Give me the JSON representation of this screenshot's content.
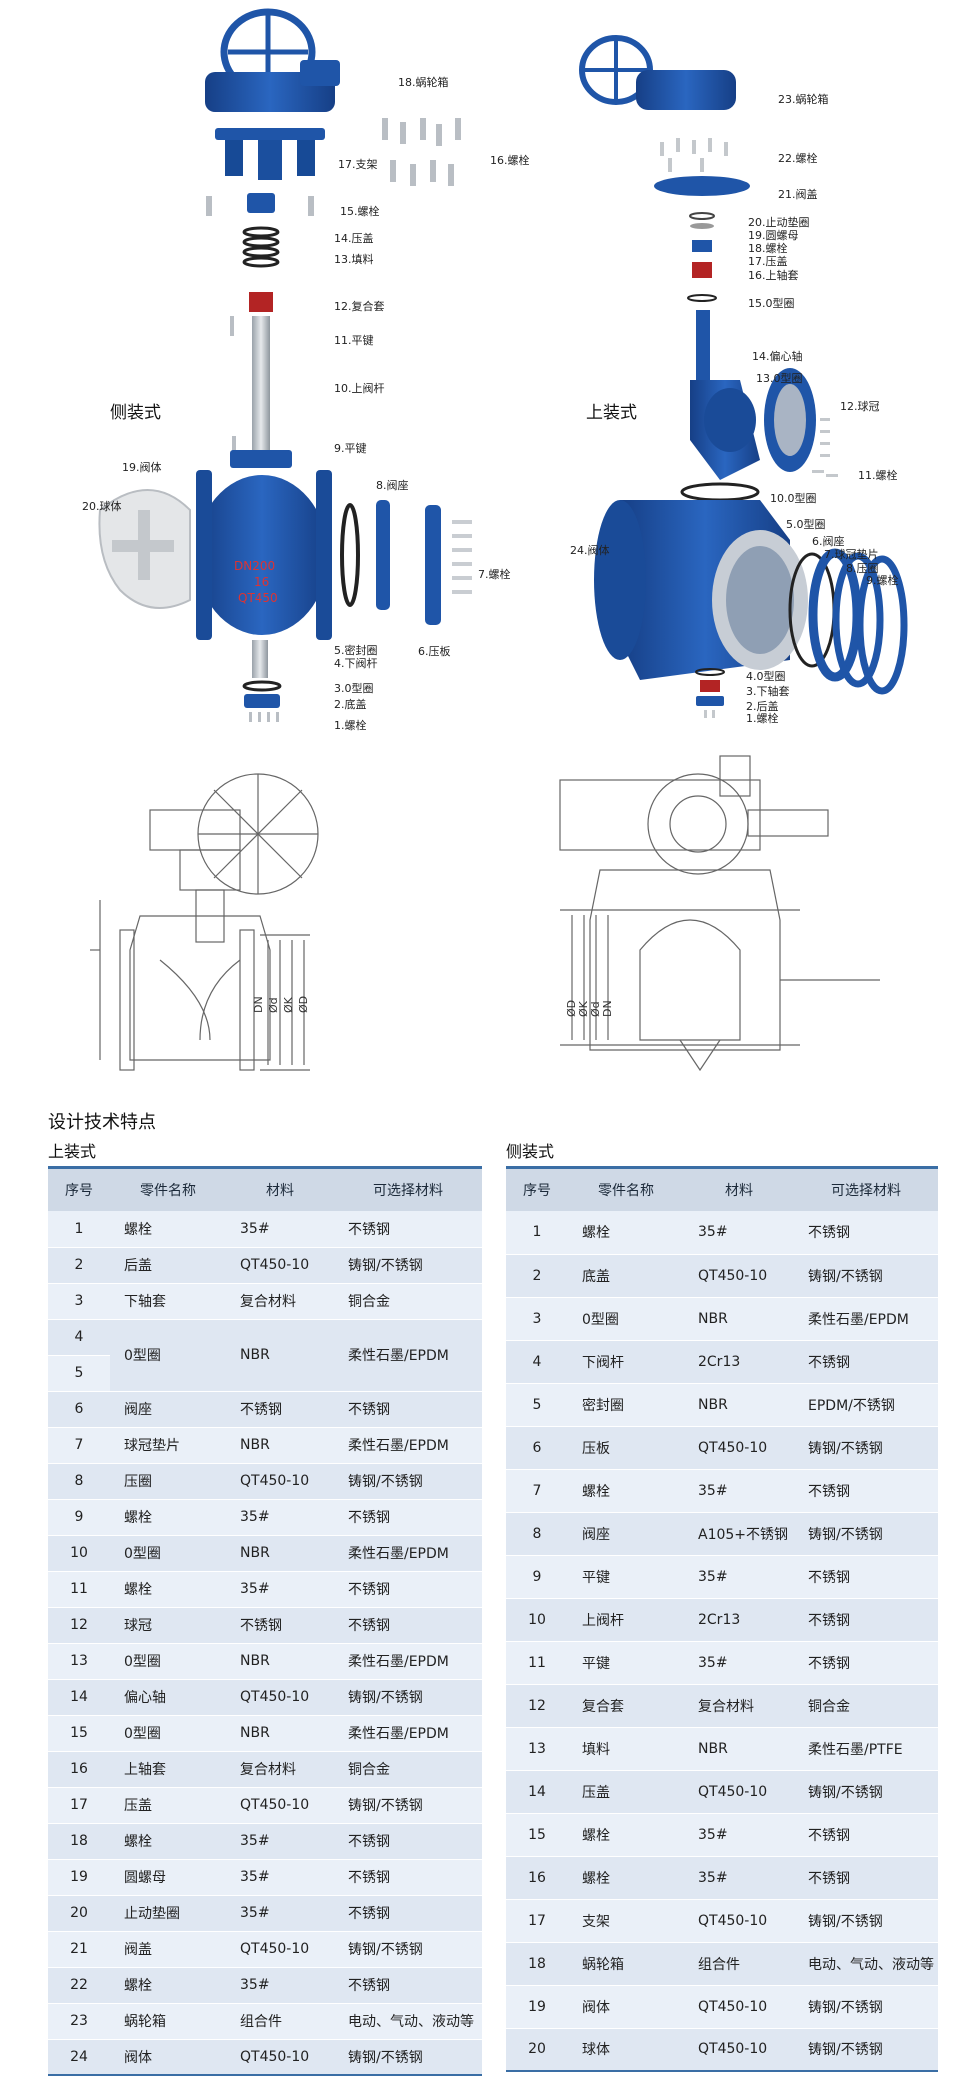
{
  "diagrams": {
    "left_assembly": {
      "title": "侧装式",
      "labels": [
        "18.蜗轮箱",
        "17.支架",
        "16.螺栓",
        "15.螺栓",
        "14.压盖",
        "13.填料",
        "12.复合套",
        "11.平键",
        "10.上阀杆",
        "9.平键",
        "19.阀体",
        "20.球体",
        "8.阀座",
        "7.螺栓",
        "5.密封圈",
        "4.下阀杆",
        "6.压板",
        "3.0型圈",
        "2.底盖",
        "1.螺栓"
      ],
      "body_marking": [
        "DN200",
        "16",
        "QT450"
      ]
    },
    "right_assembly": {
      "title": "上装式",
      "labels": [
        "23.蜗轮箱",
        "22.螺栓",
        "21.阀盖",
        "20.止动垫圈",
        "19.圆螺母",
        "18.螺栓",
        "17.压盖",
        "16.上轴套",
        "15.0型圈",
        "14.偏心轴",
        "13.0型圈",
        "12.球冠",
        "11.螺栓",
        "10.0型圈",
        "5.0型圈",
        "6.阀座",
        "7.球冠垫片",
        "8.压圈",
        "9.螺栓",
        "24.阀体",
        "4.0型圈",
        "3.下轴套",
        "2.后盖",
        "1.螺栓"
      ]
    },
    "left_drawing_dims": [
      "DN",
      "Ød",
      "ØK",
      "ØD"
    ],
    "right_drawing_dims": [
      "ØD",
      "ØK",
      "Ød",
      "DN"
    ]
  },
  "section_title": "设计技术特点",
  "top_mount": {
    "title": "上装式",
    "headers": [
      "序号",
      "零件名称",
      "材料",
      "可选择材料"
    ],
    "rows": [
      [
        "1",
        "螺栓",
        "35#",
        "不锈钢"
      ],
      [
        "2",
        "后盖",
        "QT450-10",
        "铸钢/不锈钢"
      ],
      [
        "3",
        "下轴套",
        "复合材料",
        "铜合金"
      ],
      [
        "4",
        "0型圈",
        "NBR",
        "柔性石墨/EPDM"
      ],
      [
        "5",
        "",
        "",
        ""
      ],
      [
        "6",
        "阀座",
        "不锈钢",
        "不锈钢"
      ],
      [
        "7",
        "球冠垫片",
        "NBR",
        "柔性石墨/EPDM"
      ],
      [
        "8",
        "压圈",
        "QT450-10",
        "铸钢/不锈钢"
      ],
      [
        "9",
        "螺栓",
        "35#",
        "不锈钢"
      ],
      [
        "10",
        "0型圈",
        "NBR",
        "柔性石墨/EPDM"
      ],
      [
        "11",
        "螺栓",
        "35#",
        "不锈钢"
      ],
      [
        "12",
        "球冠",
        "不锈钢",
        "不锈钢"
      ],
      [
        "13",
        "0型圈",
        "NBR",
        "柔性石墨/EPDM"
      ],
      [
        "14",
        "偏心轴",
        "QT450-10",
        "铸钢/不锈钢"
      ],
      [
        "15",
        "0型圈",
        "NBR",
        "柔性石墨/EPDM"
      ],
      [
        "16",
        "上轴套",
        "复合材料",
        "铜合金"
      ],
      [
        "17",
        "压盖",
        "QT450-10",
        "铸钢/不锈钢"
      ],
      [
        "18",
        "螺栓",
        "35#",
        "不锈钢"
      ],
      [
        "19",
        "圆螺母",
        "35#",
        "不锈钢"
      ],
      [
        "20",
        "止动垫圈",
        "35#",
        "不锈钢"
      ],
      [
        "21",
        "阀盖",
        "QT450-10",
        "铸钢/不锈钢"
      ],
      [
        "22",
        "螺栓",
        "35#",
        "不锈钢"
      ],
      [
        "23",
        "蜗轮箱",
        "组合件",
        "电动、气动、液动等"
      ],
      [
        "24",
        "阀体",
        "QT450-10",
        "铸钢/不锈钢"
      ]
    ]
  },
  "side_mount": {
    "title": "侧装式",
    "headers": [
      "序号",
      "零件名称",
      "材料",
      "可选择材料"
    ],
    "rows": [
      [
        "1",
        "螺栓",
        "35#",
        "不锈钢"
      ],
      [
        "2",
        "底盖",
        "QT450-10",
        "铸钢/不锈钢"
      ],
      [
        "3",
        "0型圈",
        "NBR",
        "柔性石墨/EPDM"
      ],
      [
        "4",
        "下阀杆",
        "2Cr13",
        "不锈钢"
      ],
      [
        "5",
        "密封圈",
        "NBR",
        "EPDM/不锈钢"
      ],
      [
        "6",
        "压板",
        "QT450-10",
        "铸钢/不锈钢"
      ],
      [
        "7",
        "螺栓",
        "35#",
        "不锈钢"
      ],
      [
        "8",
        "阀座",
        "A105+不锈钢",
        "铸钢/不锈钢"
      ],
      [
        "9",
        "平键",
        "35#",
        "不锈钢"
      ],
      [
        "10",
        "上阀杆",
        "2Cr13",
        "不锈钢"
      ],
      [
        "11",
        "平键",
        "35#",
        "不锈钢"
      ],
      [
        "12",
        "复合套",
        "复合材料",
        "铜合金"
      ],
      [
        "13",
        "填料",
        "NBR",
        "柔性石墨/PTFE"
      ],
      [
        "14",
        "压盖",
        "QT450-10",
        "铸钢/不锈钢"
      ],
      [
        "15",
        "螺栓",
        "35#",
        "不锈钢"
      ],
      [
        "16",
        "螺栓",
        "35#",
        "不锈钢"
      ],
      [
        "17",
        "支架",
        "QT450-10",
        "铸钢/不锈钢"
      ],
      [
        "18",
        "蜗轮箱",
        "组合件",
        "电动、气动、液动等"
      ],
      [
        "19",
        "阀体",
        "QT450-10",
        "铸钢/不锈钢"
      ],
      [
        "20",
        "球体",
        "QT450-10",
        "铸钢/不锈钢"
      ]
    ]
  },
  "colors": {
    "valve_blue": "#1f55a8",
    "valve_dark": "#153f85",
    "seal_red": "#b32424",
    "header_bg": "#cfd9e6",
    "row_a": "#eaf0f8",
    "row_b": "#dfe7f2",
    "accent": "#3a6ea5"
  }
}
